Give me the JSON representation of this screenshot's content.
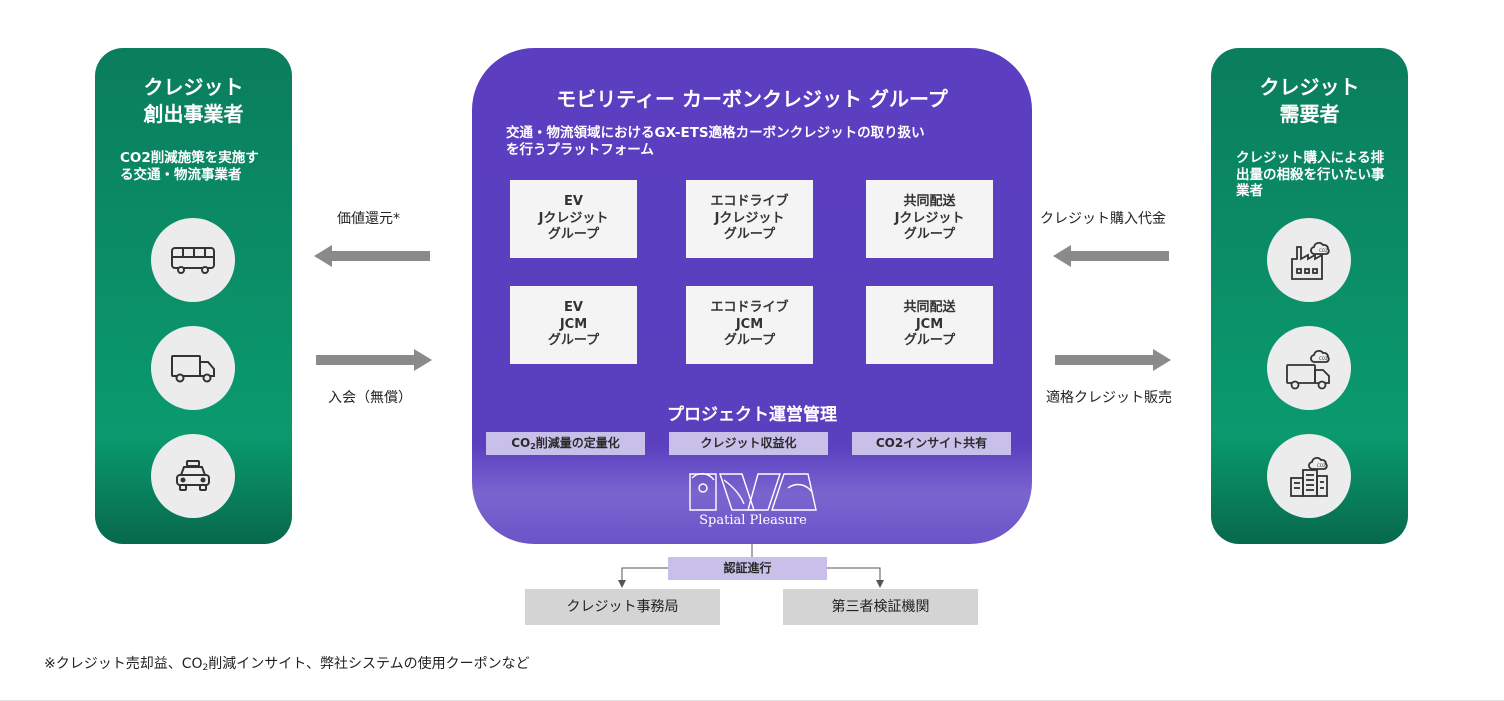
{
  "left_panel": {
    "title_lines": [
      "クレジット",
      "創出事業者"
    ],
    "description": "CO2削減施策を実施する交通・物流事業者",
    "icons": [
      "bus-icon",
      "truck-icon",
      "taxi-icon"
    ]
  },
  "right_panel": {
    "title_lines": [
      "クレジット",
      "需要者"
    ],
    "description": "クレジット購入による排出量の相殺を行いたい事業者",
    "icons": [
      "factory-co2-icon",
      "truck-co2-icon",
      "building-co2-icon"
    ]
  },
  "center_panel": {
    "title": "モビリティー カーボンクレジット グループ",
    "description_lines": [
      "交通・物流領域におけるGX-ETS適格カーボンクレジットの取り扱い",
      "を行うプラットフォーム"
    ],
    "groups": [
      {
        "lines": [
          "EV",
          "Jクレジット",
          "グループ"
        ]
      },
      {
        "lines": [
          "エコドライブ",
          "Jクレジット",
          "グループ"
        ]
      },
      {
        "lines": [
          "共同配送",
          "Jクレジット",
          "グループ"
        ]
      },
      {
        "lines": [
          "EV",
          "JCM",
          "グループ"
        ]
      },
      {
        "lines": [
          "エコドライブ",
          "JCM",
          "グループ"
        ]
      },
      {
        "lines": [
          "共同配送",
          "JCM",
          "グループ"
        ]
      }
    ],
    "project_title": "プロジェクト運営管理",
    "tags": {
      "co2_prefix": "CO",
      "co2_sub": "2",
      "co2_suffix": "削減量の定量化",
      "credit": "クレジット収益化",
      "insight": "CO2インサイト共有"
    },
    "logo_text": "Spatial Pleasure"
  },
  "flows": {
    "value_return": "価値還元*",
    "membership": "入会（無償）",
    "credit_payment": "クレジット購入代金",
    "eligible_sale": "適格クレジット販売"
  },
  "certification": {
    "label": "認証進行",
    "destinations": [
      "クレジット事務局",
      "第三者検証機関"
    ]
  },
  "footnote": {
    "prefix": "※クレジット売却益、CO",
    "sub": "2",
    "suffix": "削減インサイト、弊社システムの使用クーポンなど"
  },
  "colors": {
    "green_panel": "#0a8a63",
    "purple_panel": "#5a3fbf",
    "tag_lavender": "#c9c0ea",
    "arrow_gray": "#8a8a8a"
  }
}
